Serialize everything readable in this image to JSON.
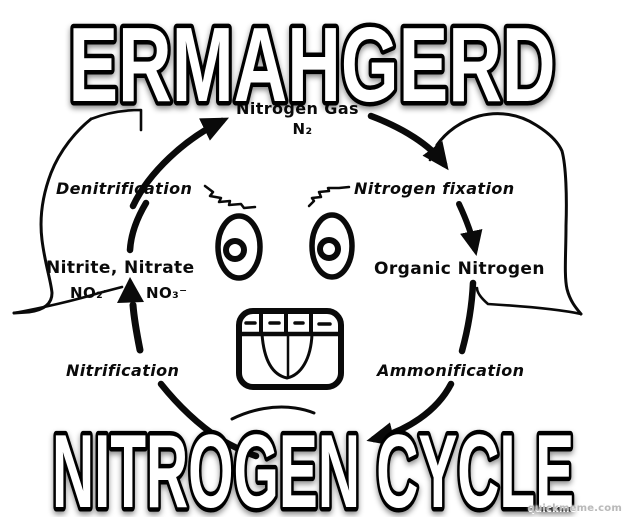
{
  "meme": {
    "top_text": "ERMAHGERD",
    "bottom_text": "NITROGEN CYCLE",
    "watermark": "quickmeme.com"
  },
  "colors": {
    "background": "#ffffff",
    "ink": "#0a0a0a",
    "meme_fill": "#ffffff",
    "meme_stroke": "#000000",
    "watermark": "#b9b9b9"
  },
  "cycle": {
    "gas": {
      "label": "Nitrogen Gas",
      "formula": "N₂"
    },
    "nitrite_nitrate": {
      "label": "Nitrite, Nitrate",
      "formula_no2": "NO₂⁻",
      "formula_no3": "NO₃⁻"
    },
    "organic": {
      "label": "Organic Nitrogen"
    },
    "denitrification": {
      "label": "Denitrification"
    },
    "fixation": {
      "label": "Nitrogen fixation"
    },
    "nitrification": {
      "label": "Nitrification"
    },
    "ammonification": {
      "label": "Ammonification"
    }
  }
}
